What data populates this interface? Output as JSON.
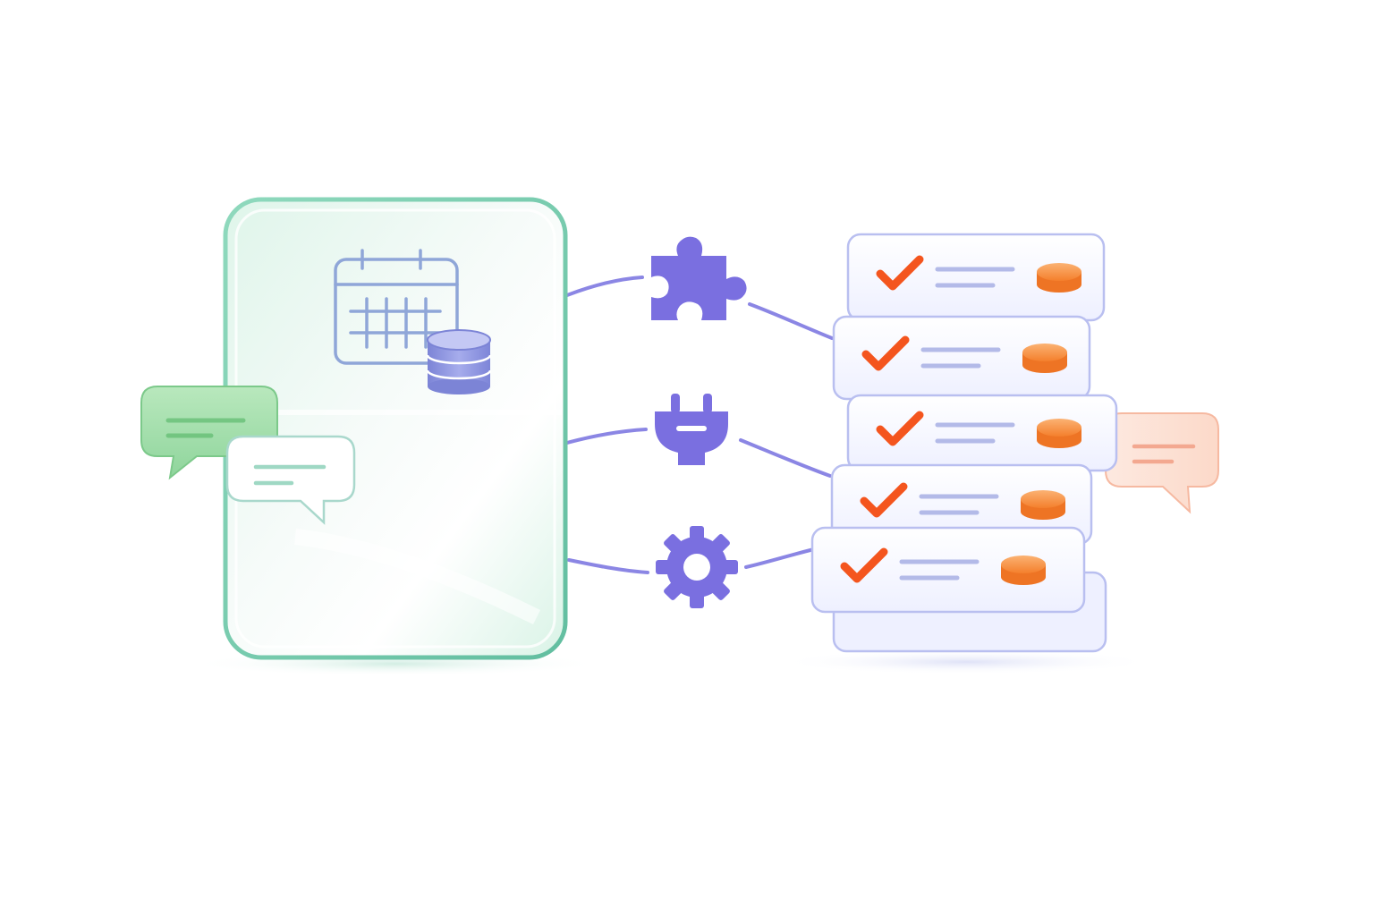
{
  "colors": {
    "background": "#ffffff",
    "panel_border": "#6fc9a6",
    "panel_fill_top": "#e3f6ee",
    "calendar_stroke": "#8fa6d8",
    "database": "#8e95dc",
    "connector_icon": "#7a6fe0",
    "connector_line": "#8b86e4",
    "card_border": "#b9bff0",
    "card_fill": "#f7f8ff",
    "check": "#f4551e",
    "token": "#f8913f",
    "line_placeholder": "#b3bae8",
    "bubble_green": "#9bd9a5",
    "bubble_white_border": "#a9d8cc",
    "bubble_peach": "#fbd2c2"
  },
  "icons": {
    "calendar": "calendar-icon",
    "database": "database-icon",
    "puzzle": "puzzle-icon",
    "plug": "plug-icon",
    "gear": "gear-icon",
    "check": "checkmark-icon",
    "token": "coin-icon",
    "chat": "chat-bubble-icon"
  },
  "diagram": {
    "task_cards": [
      {
        "status": "done"
      },
      {
        "status": "done"
      },
      {
        "status": "done"
      },
      {
        "status": "done"
      },
      {
        "status": "done"
      }
    ],
    "connectors": [
      "puzzle",
      "plug",
      "gear"
    ]
  }
}
